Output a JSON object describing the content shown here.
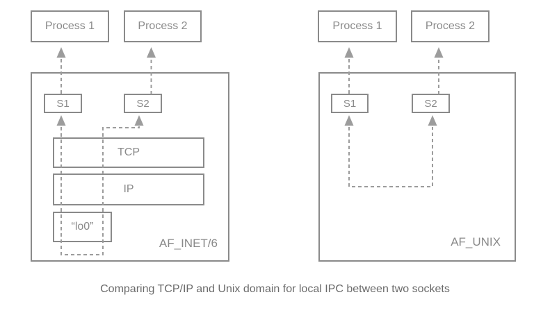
{
  "colors": {
    "border": "#8a8a8a",
    "dash": "#9c9c9c",
    "text": "#8a8a8a",
    "caption": "#6a6a6a",
    "background": "#ffffff"
  },
  "inet": {
    "process1": "Process 1",
    "process2": "Process 2",
    "s1": "S1",
    "s2": "S2",
    "tcp": "TCP",
    "ip": "IP",
    "loopback": "“lo0”",
    "domain": "AF_INET/6"
  },
  "unix": {
    "process1": "Process 1",
    "process2": "Process 2",
    "s1": "S1",
    "s2": "S2",
    "domain": "AF_UNIX"
  },
  "caption": "Comparing TCP/IP and Unix domain for local IPC between two sockets"
}
